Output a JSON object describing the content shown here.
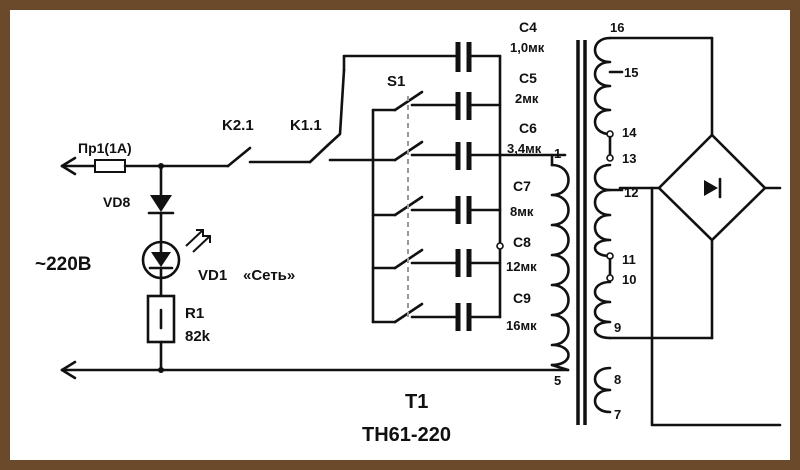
{
  "labels": {
    "fuse": "Пр1(1А)",
    "k21": "K2.1",
    "k11": "K1.1",
    "s1": "S1",
    "vd8": "VD8",
    "mains_voltage": "~220В",
    "vd1": "VD1",
    "set": "«Сеть»",
    "r1": "R1",
    "r1_val": "82k",
    "t1": "T1",
    "t1_model": "ТН61-220"
  },
  "capacitors": [
    {
      "name": "C4",
      "value": "1,0мк"
    },
    {
      "name": "C5",
      "value": "2мк"
    },
    {
      "name": "C6",
      "value": "3,4мк"
    },
    {
      "name": "C7",
      "value": "8мк"
    },
    {
      "name": "C8",
      "value": "12мк"
    },
    {
      "name": "C9",
      "value": "16мк"
    }
  ],
  "pins": {
    "p1": "1",
    "p5": "5",
    "p7": "7",
    "p8": "8",
    "p9": "9",
    "p10": "10",
    "p11": "11",
    "p12": "12",
    "p13": "13",
    "p14": "14",
    "p15": "15",
    "p16": "16"
  },
  "colors": {
    "frame": "#6b4a2b",
    "ink": "#111111",
    "paper": "#ffffff"
  }
}
